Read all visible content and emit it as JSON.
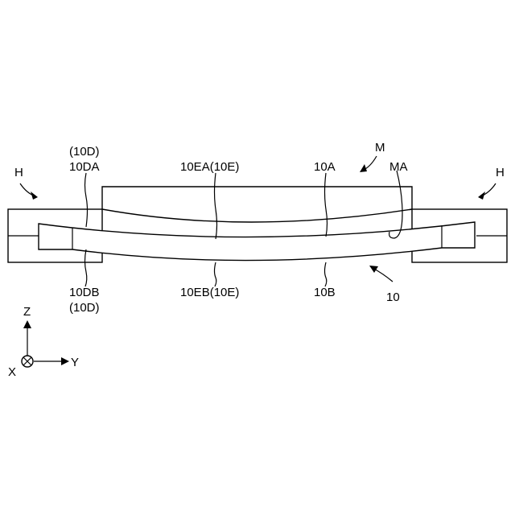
{
  "labels": {
    "d_top_paren": "(10D)",
    "d_top": "10DA",
    "ea": "10EA(10E)",
    "a": "10A",
    "m": "M",
    "ma": "MA",
    "h_left": "H",
    "h_right": "H",
    "db": "10DB",
    "d_bottom_paren": "(10D)",
    "eb": "10EB(10E)",
    "b": "10B",
    "ten": "10"
  },
  "axes": {
    "z": "Z",
    "y": "Y",
    "x": "X"
  }
}
